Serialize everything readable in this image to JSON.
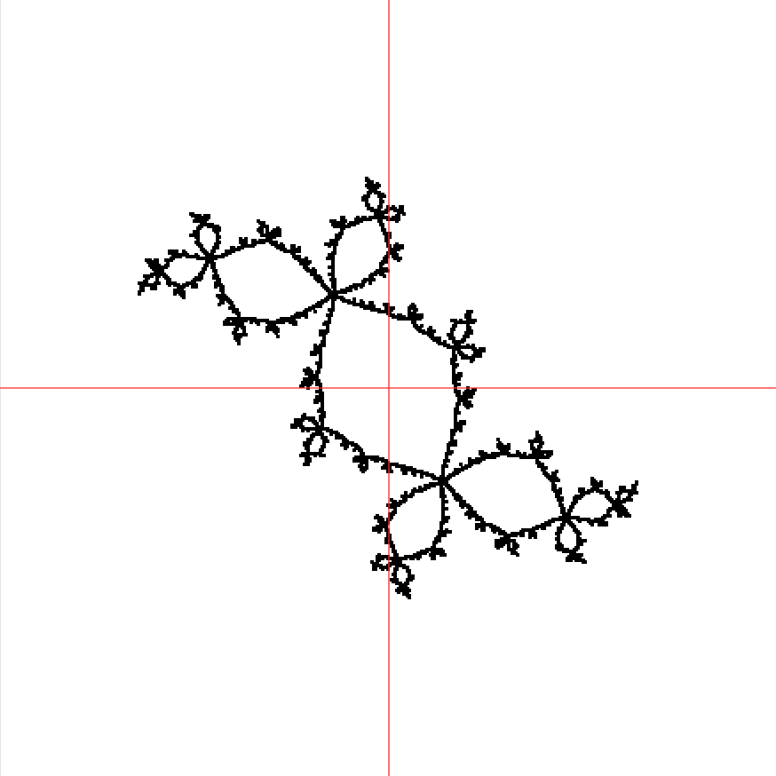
{
  "figure": {
    "kind": "Julia set boundary plot",
    "julia_parameter": {
      "re": -0.123,
      "im": 0.745
    },
    "view": {
      "re_min": -2.0,
      "re_max": 2.0,
      "im_min": -2.0,
      "im_max": 2.0
    },
    "axes": {
      "shown": true,
      "color": "#ff2a2a",
      "labels": false
    },
    "curve_color": "#000000",
    "background": "#ffffff"
  }
}
